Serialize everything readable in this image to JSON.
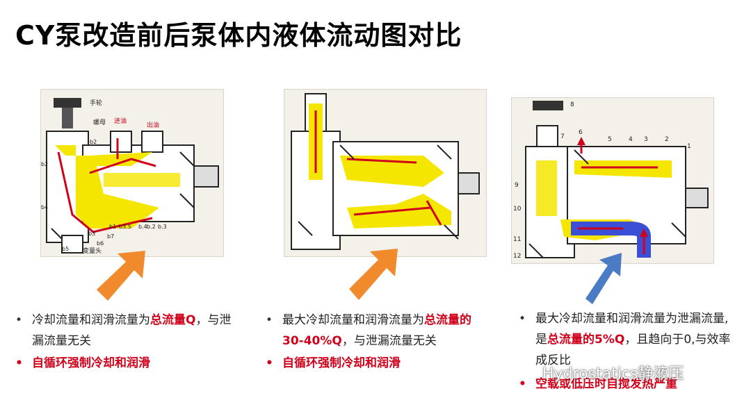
{
  "title": "CY泵改造前后泵体内液体流动图对比",
  "panel1": {
    "labels": {
      "handwheel": "手轮",
      "nut": "螺母",
      "in_oil": "进油",
      "out_oil": "出油",
      "var_head": "变量头",
      "b2a": "b2",
      "b2b": "b2",
      "b4": "b4",
      "b5": "b5",
      "b1": "b1",
      "b7": "b7",
      "b6": "b6",
      "b3": "b3",
      "b35": "b3.5",
      "b4n": "b.4",
      "b22": "b.2",
      "b33": "b.3"
    },
    "bullet1_a": "冷却流量和润滑流量为",
    "bullet1_red": "总流量Q",
    "bullet1_b": "，与泄漏流量无关",
    "bullet2": "自循环强制冷却和润滑"
  },
  "panel2": {
    "bullet1_a": "最大冷却流量和润滑流量为",
    "bullet1_red": "总流量的30-40%Q",
    "bullet1_b": "，与泄漏流量无关",
    "bullet2": "自循环强制冷却和润滑"
  },
  "panel3": {
    "labels": {
      "n8": "8",
      "n7": "7",
      "n6": "6",
      "n5": "5",
      "n4": "4",
      "n3": "3",
      "n2": "2",
      "n1": "1",
      "n9": "9",
      "n10": "10",
      "n11": "11",
      "n12": "12"
    },
    "bullet1_a": "最大冷却流量和润滑流量为泄漏流量,是",
    "bullet1_red": "总流量的5%Q",
    "bullet1_b": "，且趋向于0,与效率成反比",
    "bullet2": "空载或低压时自搅发热严重"
  },
  "bullet_symbol": "•",
  "watermark": "Hydrostatics静液压",
  "colors": {
    "red": "#d0021b",
    "orange_arrow": "#f08a2c",
    "blue_arrow": "#4a7bc4",
    "yellow": "#f5e600"
  }
}
